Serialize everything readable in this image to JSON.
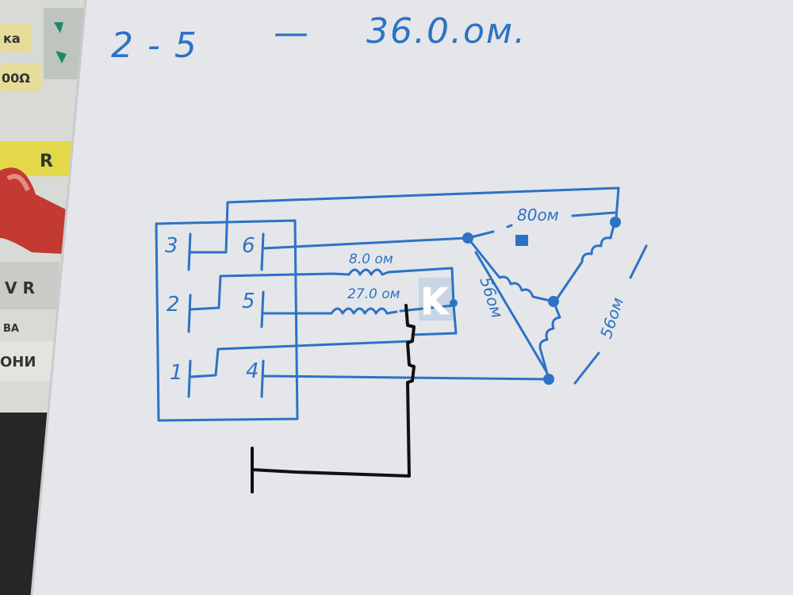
{
  "header_note": {
    "pair": "2 - 5",
    "dash": "—",
    "value": "36.0.ом."
  },
  "terminals": [
    "3",
    "6",
    "2",
    "5",
    "1",
    "4"
  ],
  "coil_labels": {
    "upper": "8.0 ом",
    "lower": "27.0 ом"
  },
  "delta_labels": {
    "top": "80ом",
    "left": "56ом",
    "right": "56ом"
  },
  "mark_x": "K",
  "meter_fragment": {
    "label_a": "ка",
    "label_b": "00Ω",
    "label_c": "R",
    "label_d": "V R",
    "label_e": "ОНИ",
    "label_f": "ВА"
  },
  "colors": {
    "ink_blue": "#2d72c4",
    "ink_black": "#111111",
    "paper": "#e4e6ea",
    "meter_yellow": "#e3d84a",
    "probe_red": "#c23a32"
  }
}
